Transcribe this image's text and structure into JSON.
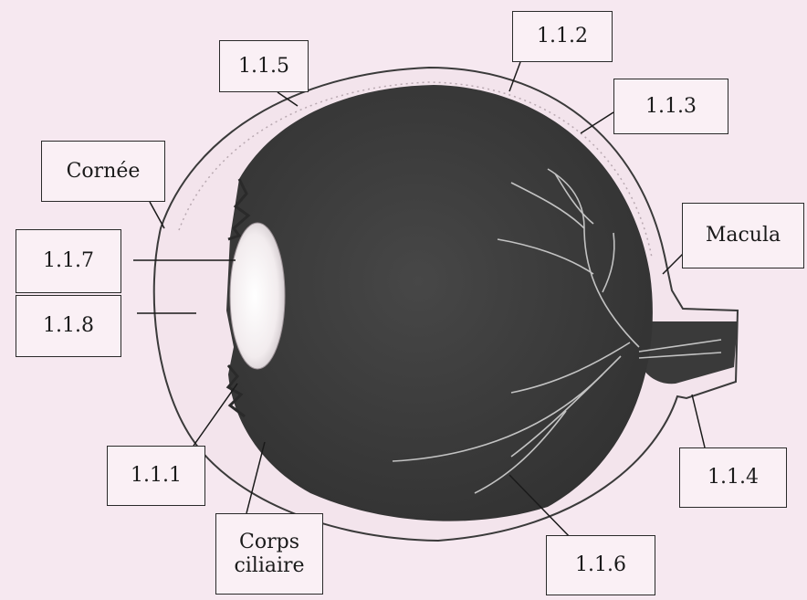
{
  "labels": {
    "l115": "1.1.5",
    "l112": "1.1.2",
    "l113": "1.1.3",
    "cornee": "Cornée",
    "macula": "Macula",
    "l117": "1.1.7",
    "l118": "1.1.8",
    "l111": "1.1.1",
    "l114": "1.1.4",
    "corps_line1": "Corps",
    "corps_line2": "ciliaire",
    "l116": "1.1.6"
  },
  "colors": {
    "background": "#f6e8f0",
    "eyeball": "#3d3d3d",
    "sclera_band": "#f3e4ec",
    "lens": "#f4eef0",
    "vessels": "#cfcfcf",
    "lines": "#1a1a1a"
  }
}
